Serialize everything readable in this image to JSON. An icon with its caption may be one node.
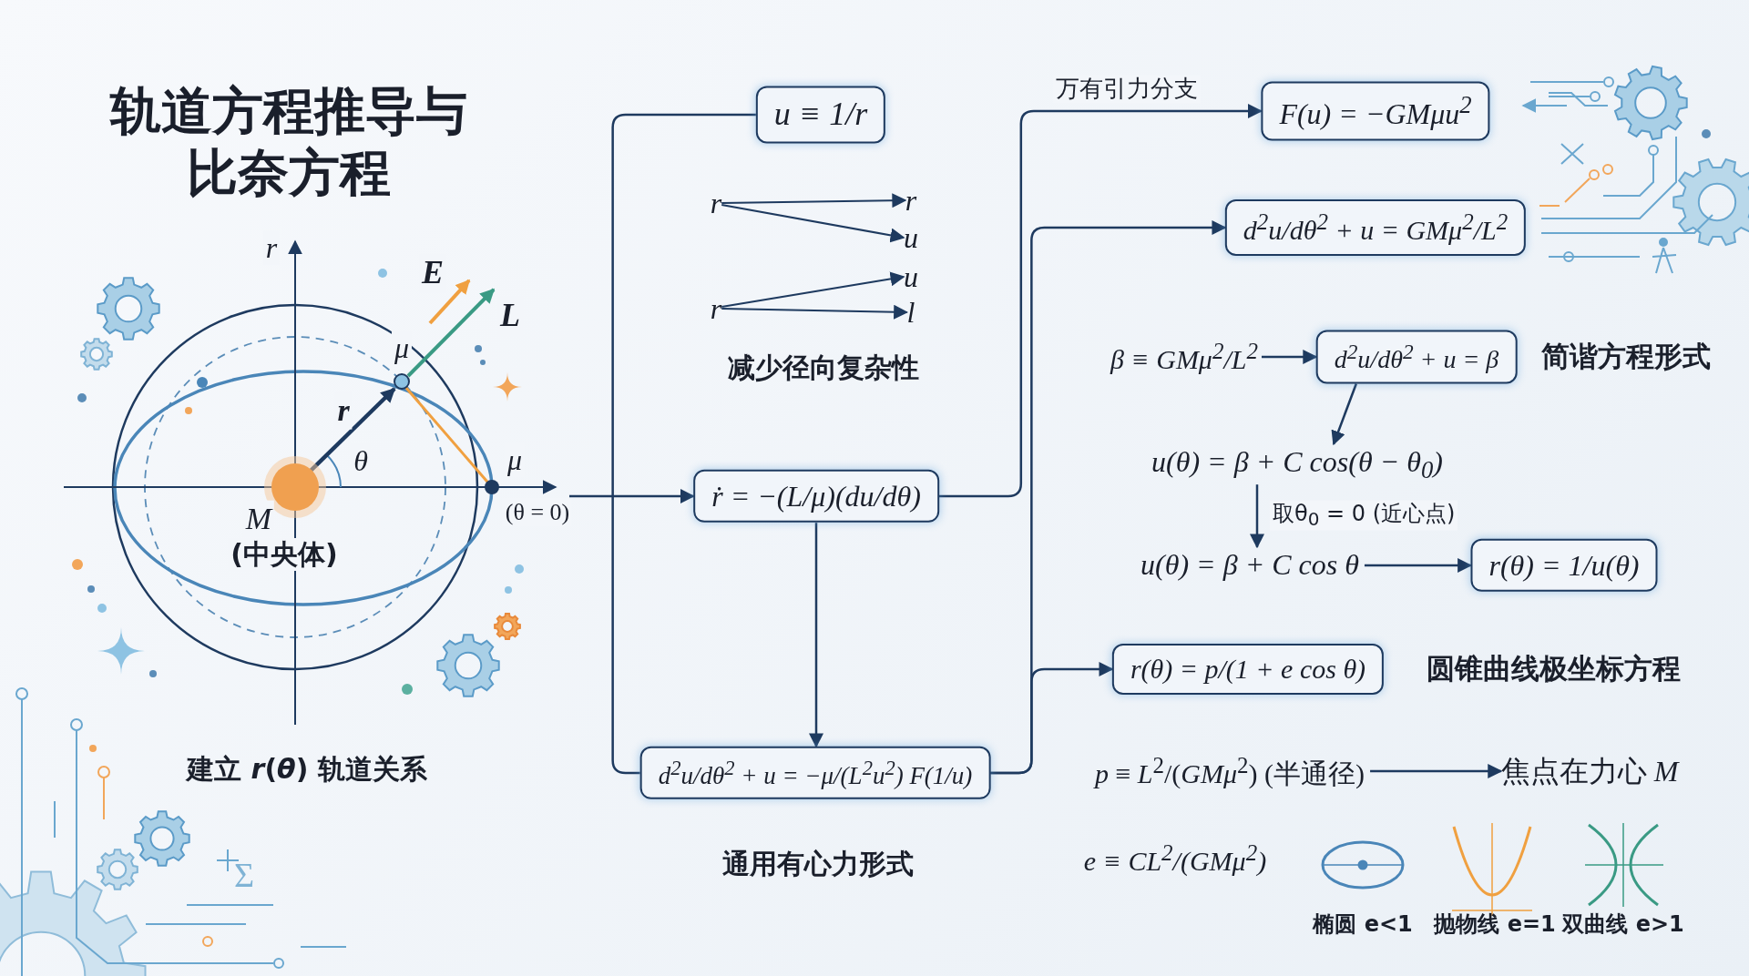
{
  "diagram": {
    "title": "轨道方程推导与比奈方程",
    "nodes": [
      {
        "text": [],
        "shape": "picture",
        "beside": [
          "建立 *r*(*θ*) 轨道关系"
        ]
      },
      {
        "text": [
          "u ≡ 1/r"
        ]
      },
      {
        "text": [
          "r"
        ]
      },
      {
        "text": [
          "r"
        ]
      },
      {
        "text": [
          "u"
        ]
      },
      {
        "text": [
          "u"
        ]
      },
      {
        "text": [
          "r"
        ]
      },
      {
        "text": [
          "l"
        ]
      },
      {
        "text": [
          "ṙ = −(L/μ)(du/dθ)"
        ]
      },
      {
        "text": [
          "d$^{2}$u/dθ$^{2}$ + u = −μ/(L$^{2}$u$^{2}$) F(1/u)"
        ],
        "beside": [
          "通用有心力形式"
        ]
      },
      {
        "text": [
          "F(u) = −GMμu$^{2}$"
        ]
      },
      {
        "text": [
          "d$^{2}$u/dθ$^{2}$ + u = GMμ$^{2}$/L$^{2}$"
        ]
      },
      {
        "text": [
          "β ≡ GMμ$^{2}$/L$^{2}$"
        ]
      },
      {
        "text": [
          "d$^{2}$u/dθ$^{2}$ + u = β"
        ],
        "beside": [
          "简谐方程形式"
        ]
      },
      {
        "text": [
          "u(θ) = β + C cos(θ − θ$_{0}$)"
        ]
      },
      {
        "text": [
          "u(θ) = β + C cos θ"
        ]
      },
      {
        "text": [
          "r(θ) = 1/u(θ)"
        ]
      },
      {
        "text": [
          "r(θ) = p/(1 + e cos θ)"
        ],
        "beside": [
          "圆锥曲线极坐标方程"
        ]
      },
      {
        "text": [
          "*p* ≡ *L*$^{2}$/(*GMμ*$^{2}$) (半通径)"
        ]
      },
      {
        "text": [
          "焦点在力心 *M*"
        ]
      }
    ],
    "edges": [
      {
        "from": 0,
        "to": 8,
        "arrow": "to"
      },
      {
        "from": 1,
        "to": 9,
        "arrow": "none"
      },
      {
        "from": 2,
        "to": 3,
        "arrow": "to"
      },
      {
        "from": 2,
        "to": 4,
        "arrow": "to"
      },
      {
        "from": 6,
        "to": 5,
        "arrow": "to"
      },
      {
        "from": 6,
        "to": 7,
        "arrow": "to"
      },
      {
        "from": 8,
        "to": 9,
        "arrow": "to"
      },
      {
        "from": 8,
        "to": 10,
        "arrow": "to",
        "label": "万有引力分支"
      },
      {
        "from": 9,
        "to": 11,
        "arrow": "to"
      },
      {
        "from": 9,
        "to": 17,
        "arrow": "to"
      },
      {
        "from": 12,
        "to": 13,
        "arrow": "to"
      },
      {
        "from": 13,
        "to": 14,
        "arrow": "to"
      },
      {
        "from": 14,
        "to": 15,
        "arrow": "to",
        "label": "取θ$_{0}$ = 0 (近心点)"
      },
      {
        "from": 15,
        "to": 16,
        "arrow": "to"
      },
      {
        "from": 18,
        "to": 19,
        "arrow": "to"
      }
    ],
    "labels": [
      "r",
      "E",
      "L",
      "μ",
      "r",
      "θ",
      "μ",
      "M",
      "(θ = 0)",
      "(中央体)",
      "减少径向复杂性",
      "e ≡ CL$^{2}$/(GMμ$^{2}$)",
      "椭圆 e<1",
      "抛物线 e=1",
      "双曲线 e>1",
      "Σ"
    ]
  }
}
